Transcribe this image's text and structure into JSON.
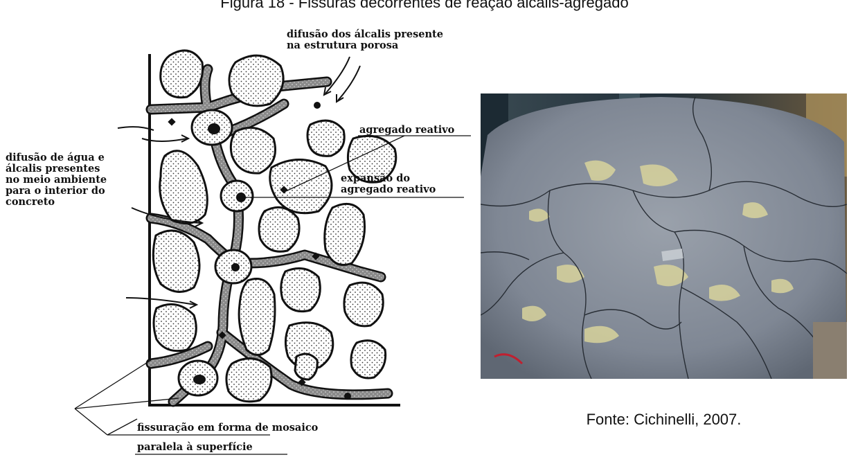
{
  "figure": {
    "caption_title": "Figura 18 - Fissuras decorrentes de reação álcalis-agregado",
    "source": "Fonte: Cichinelli, 2007."
  },
  "diagram": {
    "labels": {
      "alkali_diffusion_line1": "difusão dos álcalis presente",
      "alkali_diffusion_line2": "na estrutura porosa",
      "reactive_aggregate": "agregado reativo",
      "expansion_line1": "expansão do",
      "expansion_line2": "agregado reativo",
      "water_line1": "difusão de água e",
      "water_line2": "álcalis presentes",
      "water_line3": "no meio ambiente",
      "water_line4": "para o interior do",
      "water_line5": "concreto",
      "cracking_line1": "fissuração em forma de mosaico",
      "cracking_line2": "paralela à superfície"
    },
    "colors": {
      "ink": "#111111",
      "paste": "#7d7d7d",
      "aggregate_fill": "#ffffff"
    }
  },
  "photo": {
    "description_icon": "cracked-concrete-photo",
    "colors": {
      "concrete": "#8b93a0",
      "background": "#2a3440",
      "efflorescence": "#d9d39a"
    }
  }
}
